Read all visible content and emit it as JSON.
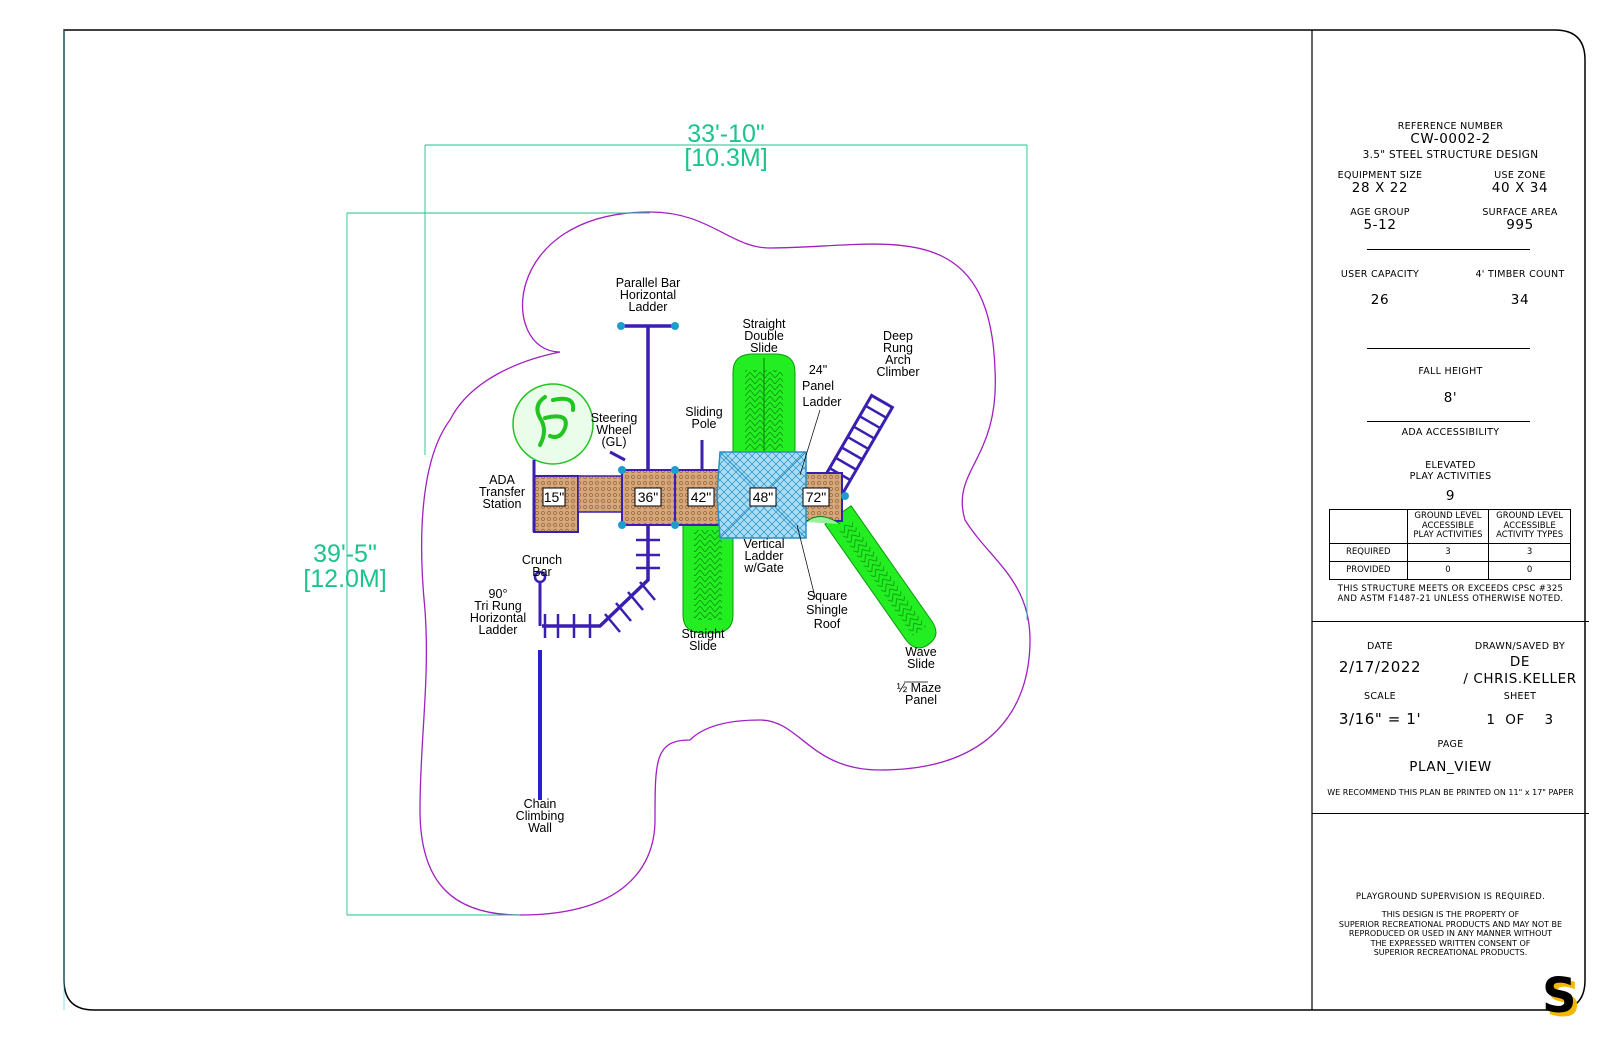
{
  "dimensions": {
    "width_ft": "33'-10\"",
    "width_m": "[10.3M]",
    "height_ft": "39'-5\"",
    "height_m": "[12.0M]"
  },
  "labels": {
    "parallel_bar": [
      "Parallel Bar",
      "Horizontal",
      "Ladder"
    ],
    "straight_double_slide": [
      "Straight",
      "Double",
      "Slide"
    ],
    "deep_rung": [
      "Deep",
      "Rung",
      "Arch",
      "Climber"
    ],
    "panel_ladder": [
      "24\"",
      "Panel",
      "Ladder"
    ],
    "steering_wheel": [
      "Steering",
      "Wheel",
      "(GL)"
    ],
    "sliding_pole": [
      "Sliding",
      "Pole"
    ],
    "ada_transfer": [
      "ADA",
      "Transfer",
      "Station"
    ],
    "crunch_bar": [
      "Crunch",
      "Bar"
    ],
    "tri_rung": [
      "90°",
      "Tri Rung",
      "Horizontal",
      "Ladder"
    ],
    "vertical_ladder": [
      "Vertical",
      "Ladder",
      "w/Gate"
    ],
    "square_roof": [
      "Square",
      "Shingle",
      "Roof"
    ],
    "straight_slide": [
      "Straight",
      "Slide"
    ],
    "wave_slide": [
      "Wave",
      "Slide"
    ],
    "maze_panel": [
      "½ Maze",
      "Panel"
    ],
    "chain_wall": [
      "Chain",
      "Climbing",
      "Wall"
    ]
  },
  "deck_heights": [
    "15\"",
    "36\"",
    "42\"",
    "48\"",
    "72\""
  ],
  "title_block": {
    "ref_label": "REFERENCE NUMBER",
    "ref_number": "CW-0002-2",
    "design": "3.5\" STEEL STRUCTURE DESIGN",
    "equip_size_label": "EQUIPMENT SIZE",
    "equip_size": "28 X 22",
    "use_zone_label": "USE ZONE",
    "use_zone": "40 X 34",
    "age_group_label": "AGE GROUP",
    "age_group": "5-12",
    "surface_area_label": "SURFACE AREA",
    "surface_area": "995",
    "user_capacity_label": "USER CAPACITY",
    "user_capacity": "26",
    "timber_label": "4' TIMBER COUNT",
    "timber_count": "34",
    "fall_height_label": "FALL HEIGHT",
    "fall_height": "8'",
    "ada_label": "ADA ACCESSIBILITY",
    "elevated_label_1": "ELEVATED",
    "elevated_label_2": "PLAY ACTIVITIES",
    "elevated_value": "9",
    "table": {
      "h1": [
        "GROUND LEVEL",
        "ACCESSIBLE",
        "PLAY ACTIVITIES"
      ],
      "h2": [
        "GROUND LEVEL",
        "ACCESSIBLE",
        "ACTIVITY TYPES"
      ],
      "rows": [
        {
          "label": "REQUIRED",
          "a": "3",
          "b": "3"
        },
        {
          "label": "PROVIDED",
          "a": "0",
          "b": "0"
        }
      ]
    },
    "compliance_1": "THIS STRUCTURE MEETS OR EXCEEDS CPSC #325",
    "compliance_2": "AND ASTM F1487-21 UNLESS OTHERWISE NOTED.",
    "date_label": "DATE",
    "date": "2/17/2022",
    "drawn_label": "DRAWN/SAVED BY",
    "drawn_1": "DE",
    "drawn_2": "/ CHRIS.KELLER",
    "scale_label": "SCALE",
    "scale": "3/16\" = 1'",
    "sheet_label": "SHEET",
    "sheet": "1  OF    3",
    "page_label": "PAGE",
    "page": "PLAN_VIEW",
    "recommend": "WE RECOMMEND THIS PLAN BE PRINTED ON 11\" x 17\" PAPER",
    "supervision": "PLAYGROUND SUPERVISION IS REQUIRED.",
    "property": [
      "THIS DESIGN IS THE PROPERTY OF",
      "SUPERIOR RECREATIONAL PRODUCTS AND MAY NOT BE",
      "REPRODUCED OR USED IN ANY MANNER WITHOUT",
      "THE EXPRESSED WRITTEN CONSENT OF",
      "SUPERIOR RECREATIONAL PRODUCTS."
    ],
    "logo": "S"
  },
  "colors": {
    "use_zone": "#a020c0",
    "dimension": "#1cc48a",
    "slide": "#22ee22",
    "structure": "#3a1fb0",
    "deck": "#c8956a",
    "roof": "#6ec6ee",
    "post": "#1e9ccc"
  }
}
